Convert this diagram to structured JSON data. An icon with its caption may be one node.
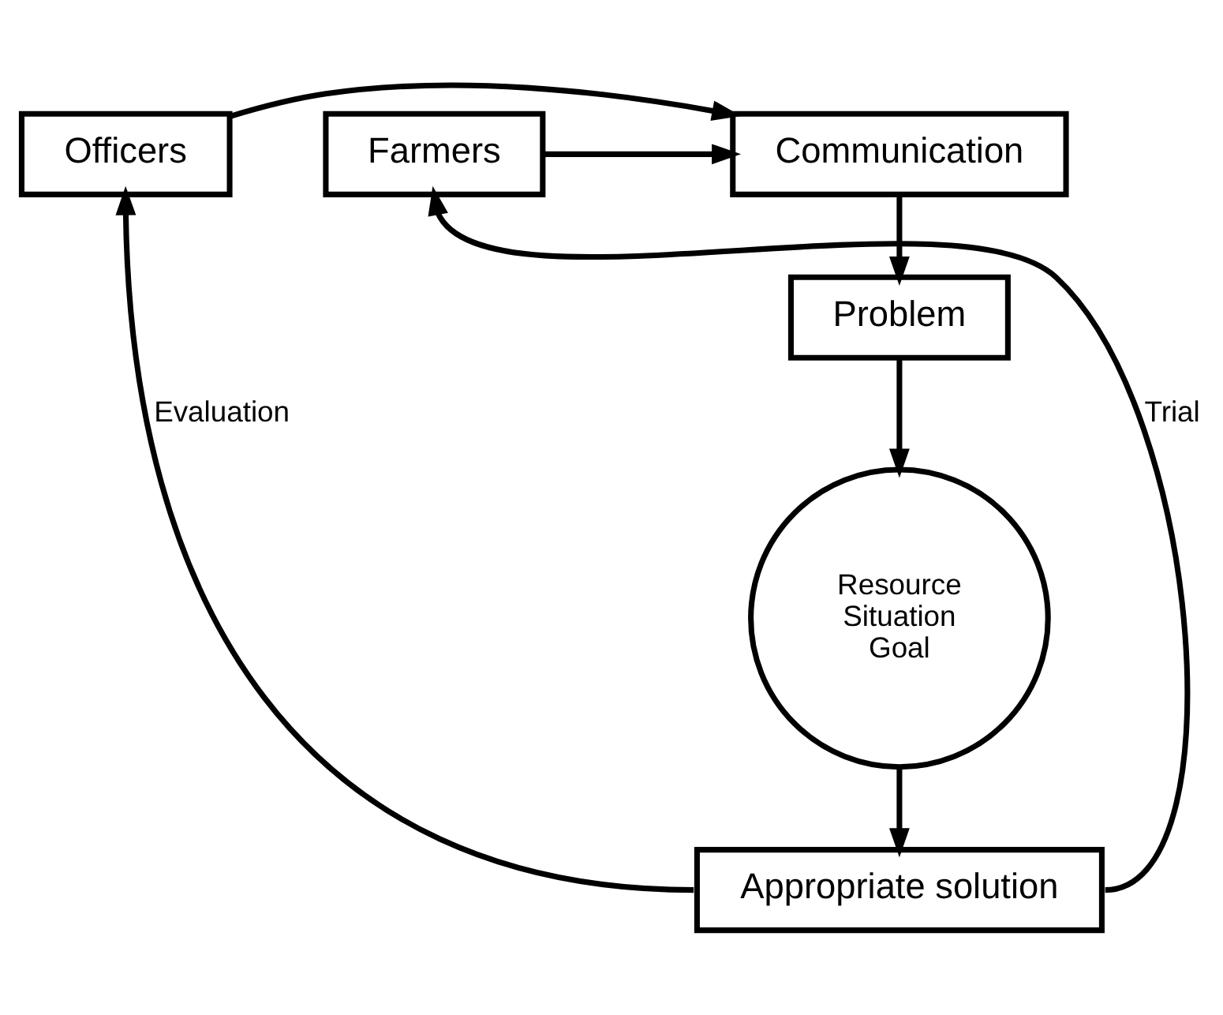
{
  "diagram": {
    "nodes": [
      {
        "text": [
          "Officers"
        ]
      },
      {
        "text": [
          "Communication"
        ]
      },
      {
        "text": [
          "Farmers"
        ]
      },
      {
        "text": [
          "Problem"
        ]
      },
      {
        "text": [
          "Resource",
          "Situation",
          "Goal"
        ]
      },
      {
        "text": [
          "Appropriate solution"
        ]
      }
    ],
    "edges": [
      {
        "from": 0,
        "to": 1,
        "arrow": "to"
      },
      {
        "from": 2,
        "to": 1,
        "arrow": "to"
      },
      {
        "from": 1,
        "to": 3,
        "arrow": "to"
      },
      {
        "from": 3,
        "to": 4,
        "arrow": "to"
      },
      {
        "from": 4,
        "to": 5,
        "arrow": "to"
      },
      {
        "from": 5,
        "to": 0,
        "arrow": "to",
        "label": "Evaluation"
      },
      {
        "from": 5,
        "to": 2,
        "arrow": "to",
        "label": "Trial"
      }
    ]
  }
}
